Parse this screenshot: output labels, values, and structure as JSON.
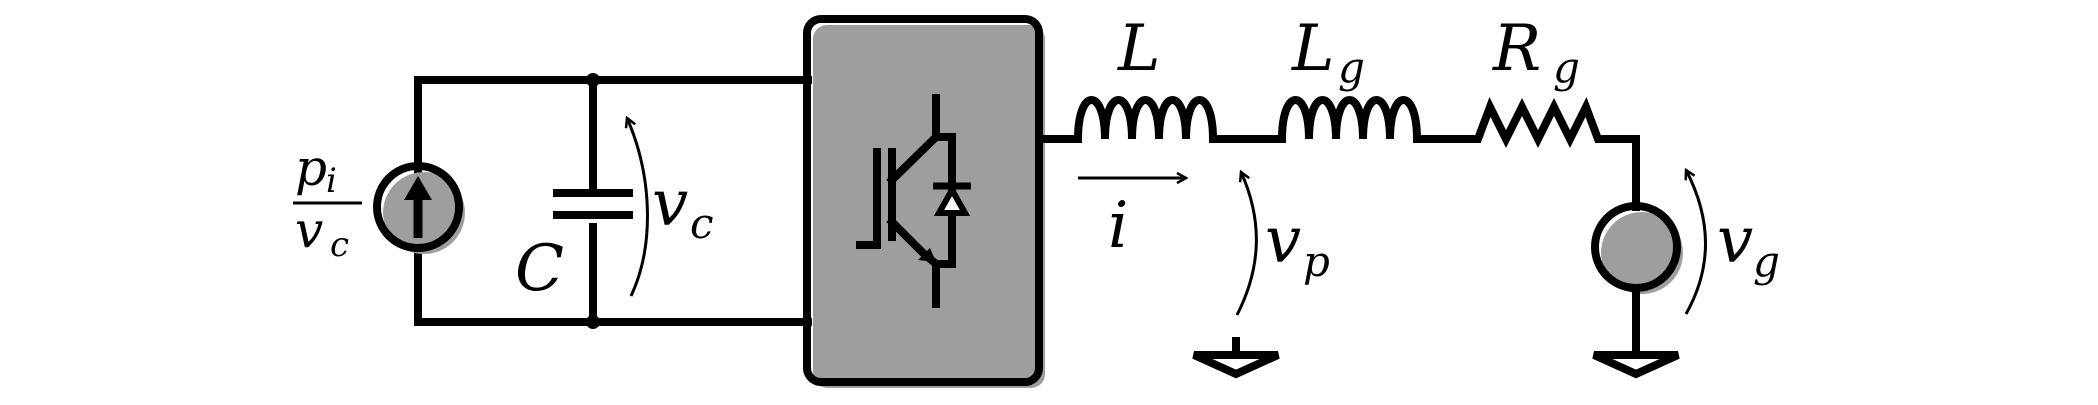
{
  "labels": {
    "source_numerator": "p",
    "source_numerator_sub": "i",
    "source_denominator": "v",
    "source_denominator_sub": "c",
    "capacitor": "C",
    "capacitor_voltage": "v",
    "capacitor_voltage_sub": "c",
    "inductor": "L",
    "grid_inductor": "L",
    "grid_inductor_sub": "g",
    "grid_resistor": "R",
    "grid_resistor_sub": "g",
    "current": "i",
    "pcc_voltage": "v",
    "pcc_voltage_sub": "p",
    "grid_voltage": "v",
    "grid_voltage_sub": "g"
  },
  "colors": {
    "wire": "#000000",
    "shadow": "#9e9e9e",
    "background": "#ffffff"
  }
}
